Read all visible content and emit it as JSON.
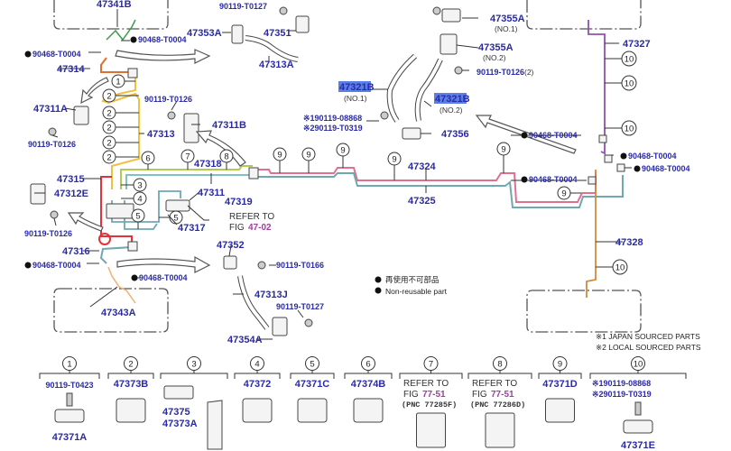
{
  "title": "Brake tube & clamp parts diagram",
  "colors": {
    "part_number": "#2a2aa8",
    "highlight": "#5a7fe6",
    "ref_fig": "#a03ca0",
    "line_red": "#e0333a",
    "line_orange": "#e07030",
    "line_yellow": "#f0c040",
    "line_green": "#b0cc50",
    "line_cyan": "#80c0c8",
    "line_teal": "#70a8b0",
    "line_pink": "#e07090",
    "line_purple": "#9050b0",
    "line_brown": "#d08a40",
    "line_darkgreen": "#3c9a4c"
  },
  "labels": {
    "p47341B": "47341B",
    "p47353A": "47353A",
    "p47351": "47351",
    "p47313A": "47313A",
    "p90119_T0127_top": "90119-T0127",
    "p90468_a": "90468-T0004",
    "p90468_b": "90468-T0004",
    "p47314": "47314",
    "p47311A": "47311A",
    "p90119_T0126_l": "90119-T0126",
    "p90119_T0126_m": "90119-T0126",
    "p47311B": "47311B",
    "p47313": "47313",
    "p47315": "47315",
    "p47312E": "47312E",
    "p90119_T0126_l2": "90119-T0126",
    "p47318": "47318",
    "p47311": "47311",
    "p47319": "47319",
    "p47317": "47317",
    "refer_to": "REFER TO",
    "fig_prefix": "FIG",
    "fig_47_02": "47-02",
    "p47316": "47316",
    "p90468_c": "90468-T0004",
    "p90468_d": "90468-T0004",
    "p47343A": "47343A",
    "p47352": "47352",
    "p90119_T0166": "90119-T0166",
    "p47313J": "47313J",
    "p90119_T0127_b": "90119-T0127",
    "p47354A": "47354A",
    "p47321B_1": "47321B",
    "no1": "(NO.1)",
    "p47321B_2": "47321B",
    "no2": "(NO.2)",
    "p90119_08868": "※190119-08868",
    "p90119_T0319": "※290119-T0319",
    "p47356": "47356",
    "p47355A_1": "47355A",
    "p47355A_1_sub": "(NO.1)",
    "p47355A_2": "47355A",
    "p47355A_2_sub": "(NO.2)",
    "p90119_T0126_2": "90119-T0126",
    "p90119_T0126_2_qty": "(2)",
    "p47324": "47324",
    "p47325": "47325",
    "p47327": "47327",
    "p47328": "47328",
    "p90468_e": "90468-T0004",
    "p90468_f": "90468-T0004",
    "p90468_g": "90468-T0004",
    "p90468_h": "90468-T0004"
  },
  "legend": {
    "non_reusable_jp": "再使用不可部品",
    "non_reusable_en": "Non-reusable part",
    "japan_sourced": "※1 JAPAN SOURCED PARTS",
    "local_sourced": "※2 LOCAL SOURCED PARTS"
  },
  "callouts": {
    "c1": "1",
    "c2": "2",
    "c3": "3",
    "c4": "4",
    "c5": "5",
    "c6": "6",
    "c7": "7",
    "c8": "8",
    "c9": "9",
    "c10": "10"
  },
  "clamp_table": [
    {
      "index": "1",
      "parts": [
        "90119-T0423",
        "47371A"
      ]
    },
    {
      "index": "2",
      "parts": [
        "47373B"
      ]
    },
    {
      "index": "3",
      "parts": [
        "47375",
        "47373A"
      ]
    },
    {
      "index": "4",
      "parts": [
        "47372"
      ]
    },
    {
      "index": "5",
      "parts": [
        "47371C"
      ]
    },
    {
      "index": "6",
      "parts": [
        "47374B"
      ]
    },
    {
      "index": "7",
      "refer": "REFER TO",
      "fig": "FIG",
      "fig_num": "77-51",
      "pnc": "(PNC 77285F)"
    },
    {
      "index": "8",
      "refer": "REFER TO",
      "fig": "FIG",
      "fig_num": "77-51",
      "pnc": "(PNC 77286D)"
    },
    {
      "index": "9",
      "parts": [
        "47371D"
      ]
    },
    {
      "index": "10",
      "parts": [
        "※190119-08868",
        "※290119-T0319",
        "47371E"
      ]
    }
  ]
}
